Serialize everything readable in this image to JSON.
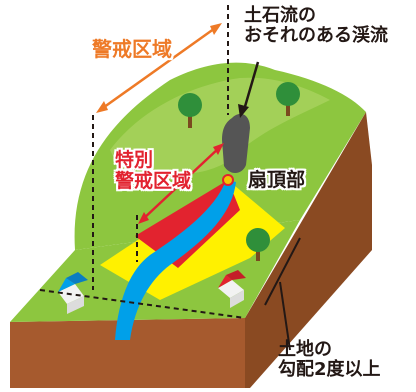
{
  "labels": {
    "debris_flow_stream": "土石流の\nおそれのある渓流",
    "warning_zone": "警戒区域",
    "special_warning_zone": "特別\n警戒区域",
    "fan_apex": "扇頂部",
    "slope_condition": "土地の\n勾配2度以上"
  },
  "colors": {
    "hill_green": "#8dc63f",
    "hill_light": "#b7d96e",
    "plain_green": "#8dc63f",
    "soil": "#a65a2e",
    "soil_dark": "#8a4a22",
    "yellow_zone": "#fff100",
    "red_zone": "#e2232f",
    "river": "#00a0e9",
    "orange_text": "#ee7a27",
    "red_text": "#e2232f",
    "apex_marker": "#f5c400"
  },
  "icons": [
    "tree-icon",
    "house-icon"
  ]
}
